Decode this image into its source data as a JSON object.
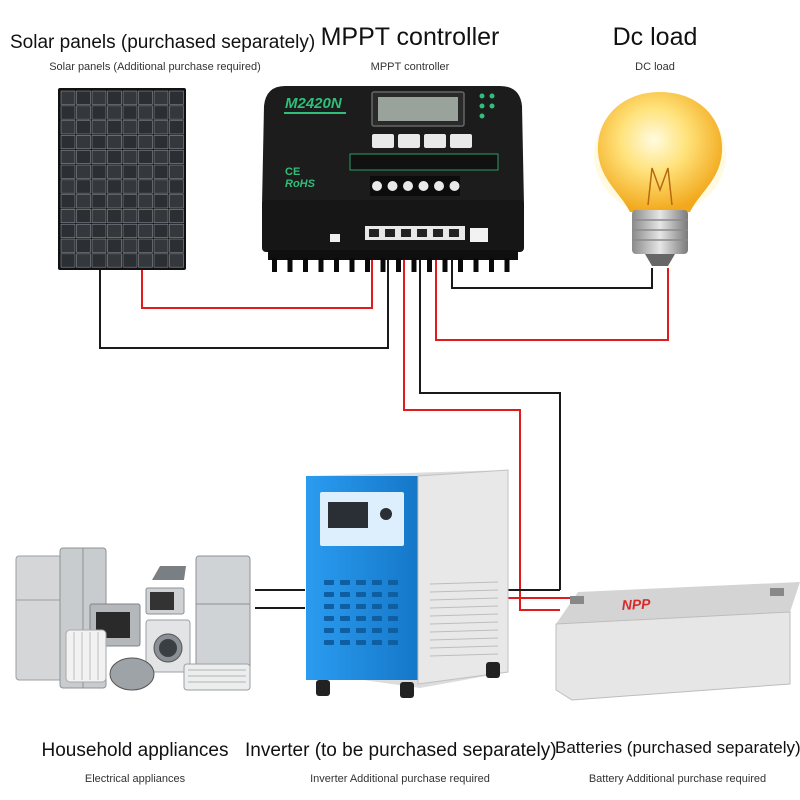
{
  "labels": {
    "solar_title": "Solar panels (purchased separately)",
    "solar_sub": "Solar  panels   (Additional purchase required)",
    "mppt_title": "MPPT controller",
    "mppt_sub": "MPPT controller",
    "load_title": "Dc load",
    "load_sub": "DC load",
    "appliances_title": "Household appliances",
    "appliances_sub": "Electrical appliances",
    "inverter_title": "Inverter (to be purchased separately)",
    "inverter_sub": "Inverter  Additional purchase required",
    "battery_title": "Batteries (purchased separately)",
    "battery_sub": "Battery   Additional purchase required"
  },
  "device_text": {
    "controller_model": "M2420N",
    "controller_ce": "CE",
    "controller_rohs": "RoHS",
    "battery_brand": "NPP"
  },
  "colors": {
    "wire_red": "#e01b1b",
    "wire_black": "#1a1a1a",
    "controller_body": "#1c1c1c",
    "controller_accent": "#2fbf7a",
    "inverter_blue": "#1f8fe0",
    "battery_body": "#e6e6e6",
    "battery_red": "#d82a2a",
    "bulb_glow": "#f7c72a"
  }
}
